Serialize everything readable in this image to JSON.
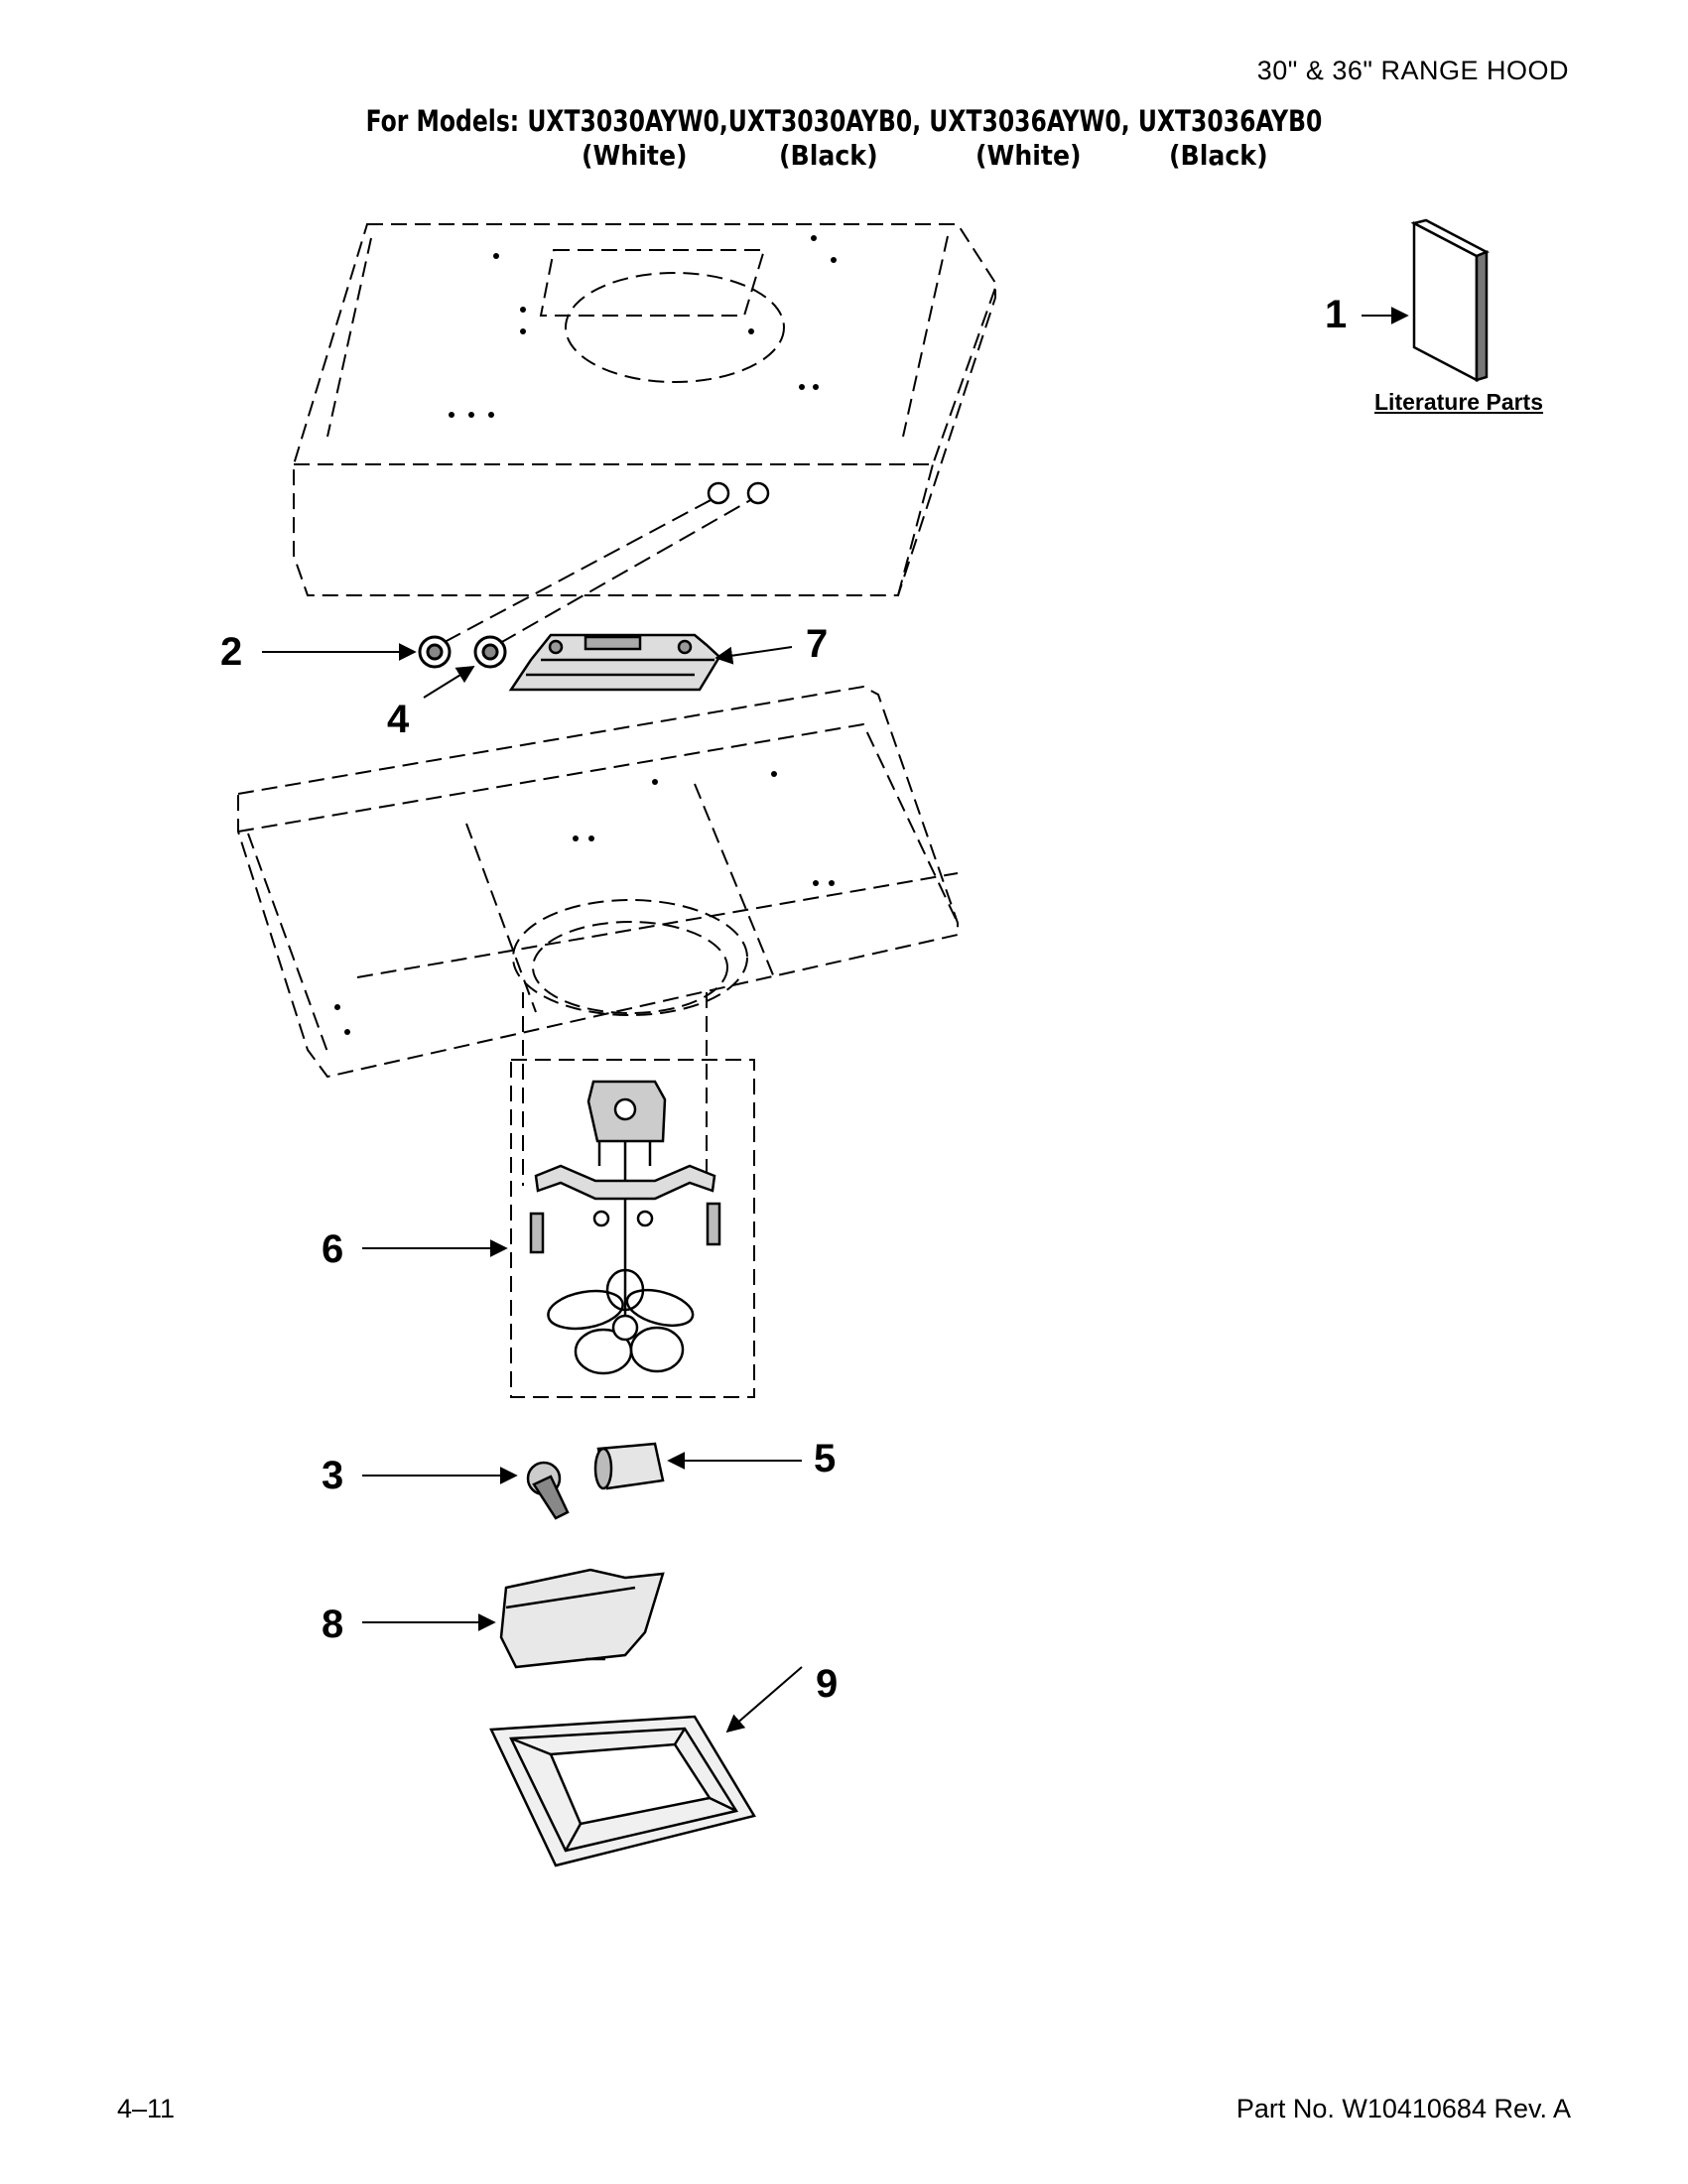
{
  "document": {
    "title": "30\" & 36\" RANGE HOOD",
    "models_line": "For Models: UXT3030AYW0,UXT3030AYB0, UXT3036AYW0, UXT3036AYB0",
    "variants": [
      "(White)",
      "(Black)",
      "(White)",
      "(Black)"
    ],
    "page_number": "4–11",
    "part_number": "Part No. W10410684 Rev. A"
  },
  "literature": {
    "label": "Literature Parts"
  },
  "callouts": [
    "1",
    "2",
    "3",
    "4",
    "5",
    "6",
    "7",
    "8",
    "9"
  ]
}
